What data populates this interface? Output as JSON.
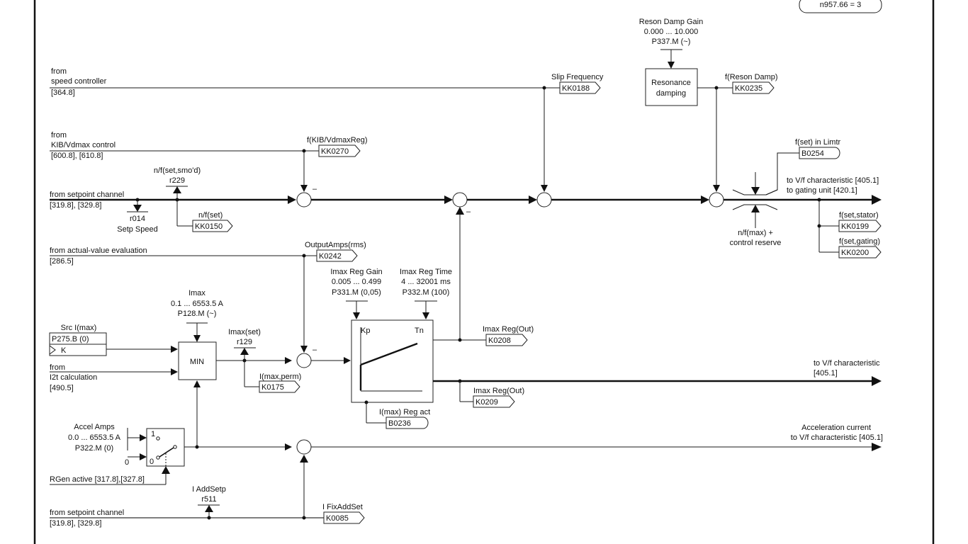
{
  "sheet_ref": "n957.66 = 3",
  "inputs": {
    "speed_controller": {
      "line1": "from",
      "line2": "speed controller",
      "ref": "[364.8]"
    },
    "kib_vdmax": {
      "line1": "from",
      "line2": "KIB/Vdmax control",
      "ref": "[600.8], [610.8]"
    },
    "setpoint_channel": {
      "line1": "from setpoint channel",
      "ref": "[319.8], [329.8]"
    },
    "actual_value": {
      "line1": "from actual-value evaluation",
      "ref": "[286.5]"
    },
    "i2t": {
      "line1": "from",
      "line2": "I2t calculation",
      "ref": "[490.5]"
    },
    "rgen_active": {
      "label": "RGen active [317.8],[327.8]"
    },
    "setpoint_channel_2": {
      "line1": "from setpoint channel",
      "ref": "[319.8], [329.8]"
    }
  },
  "connectors": {
    "slip_freq": {
      "title": "Slip Frequency",
      "id": "KK0188"
    },
    "kib_reg": {
      "title": "f(KIB/VdmaxReg)",
      "id": "KK0270"
    },
    "reson_damp": {
      "title": "f(Reson Damp)",
      "id": "KK0235"
    },
    "nf_set": {
      "title": "n/f(set)",
      "id": "KK0150"
    },
    "limtr": {
      "title": "f(set) in Limtr",
      "id": "B0254"
    },
    "stator": {
      "title": "f(set,stator)",
      "id": "KK0199"
    },
    "gating": {
      "title": "f(set,gating)",
      "id": "KK0200"
    },
    "output_amps": {
      "title": "OutputAmps(rms)",
      "id": "K0242"
    },
    "imax_perm": {
      "title": "I(max,perm)",
      "id": "K0175"
    },
    "imax_reg_out1": {
      "title": "Imax Reg(Out)",
      "id": "K0208"
    },
    "imax_reg_out2": {
      "title": "Imax Reg(Out)",
      "id": "K0209"
    },
    "reg_act": {
      "title": "I(max) Reg act",
      "id": "B0236"
    },
    "fix_add_set": {
      "title": "I FixAddSet",
      "id": "K0085"
    }
  },
  "params": {
    "reson_gain": {
      "name": "Reson Damp Gain",
      "range": "0.000 ... 10.000",
      "param": "P337.M (~)"
    },
    "imax": {
      "name": "Imax",
      "range": "0.1 ... 6553.5 A",
      "param": "P128.M (~)"
    },
    "imax_reg_gain": {
      "name": "Imax Reg Gain",
      "range": "0.005 ... 0.499",
      "param": "P331.M (0,05)"
    },
    "imax_reg_time": {
      "name": "Imax Reg Time",
      "range": "4 ... 32001 ms",
      "param": "P332.M (100)"
    },
    "accel_amps": {
      "name": "Accel Amps",
      "range": "0.0 ... 6553.5 A",
      "param": "P322.M (0)"
    },
    "src_imax": {
      "name": "Src I(max)",
      "param": "P275.B (0)",
      "type": "K"
    }
  },
  "displays": {
    "nf_smo": {
      "name": "n/f(set,smo'd)",
      "id": "r229"
    },
    "setp_speed": {
      "id": "r014",
      "name": "Setp Speed"
    },
    "imax_set": {
      "name": "Imax(set)",
      "id": "r129"
    },
    "add_setp": {
      "name": "I AddSetp",
      "id": "r511"
    }
  },
  "blocks": {
    "resonance": {
      "line1": "Resonance",
      "line2": "damping"
    },
    "min": "MIN",
    "pi_kp": "Kp",
    "pi_tn": "Tn",
    "switch_1": "1",
    "switch_0": "0",
    "zero_input": "0"
  },
  "limiter": {
    "label1": "n/f(max) +",
    "label2": "control reserve"
  },
  "outputs": {
    "vf_gating": {
      "line1": "to V/f characteristic [405.1]",
      "line2": "to gating unit [420.1]"
    },
    "vf_char": {
      "line1": "to V/f characteristic",
      "line2": "[405.1]"
    },
    "accel_current": {
      "line1": "Acceleration current",
      "line2": "to V/f characteristic [405.1]"
    }
  },
  "signs": {
    "minus": "–"
  }
}
